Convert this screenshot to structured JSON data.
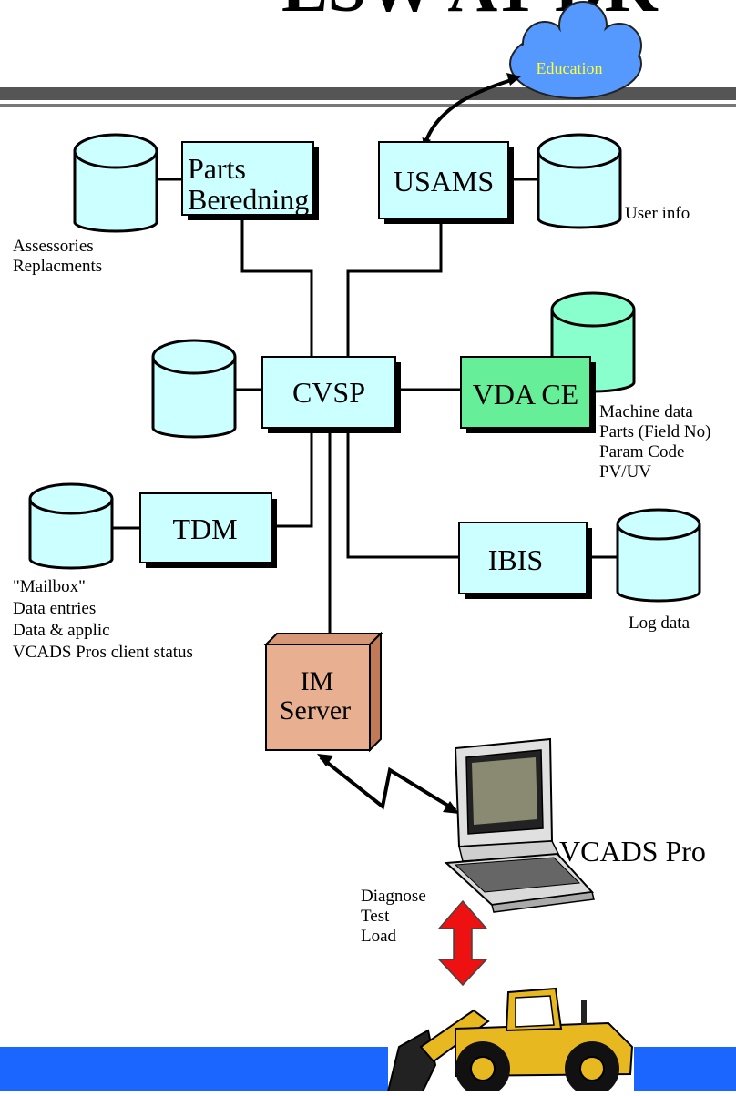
{
  "header": {
    "title_fragment": "LSW AT DK"
  },
  "cloud": {
    "label": "Education"
  },
  "systems": {
    "parts": {
      "line1": "Parts",
      "line2": "Beredning"
    },
    "usams": "USAMS",
    "cvsp": "CVSP",
    "vda_ce": "VDA CE",
    "tdm": "TDM",
    "ibis": "IBIS",
    "im_server": {
      "line1": "IM",
      "line2": "Server"
    },
    "vcads_pro": "VCADS Pro"
  },
  "annotations": {
    "parts_db": [
      "Assessories",
      "Replacments"
    ],
    "usams_db": [
      "User info"
    ],
    "vda_db": [
      "Machine data",
      "Parts (Field No)",
      "Param Code",
      "PV/UV"
    ],
    "tdm_db": [
      "\"Mailbox\"",
      "Data entries",
      "Data & applic",
      "VCADS Pros client status"
    ],
    "ibis_db": [
      "Log data"
    ],
    "vcads_actions": [
      "Diagnose",
      "Test",
      "Load"
    ]
  },
  "colors": {
    "system_box": "#ccffff",
    "database": "#ccffff",
    "vda_box": "#66ee99",
    "vda_db": "#88ffcc",
    "im_server": "#e8b090",
    "cloud": "#5599ff",
    "cloud_text": "#ffff33",
    "footer": "#1a66ff",
    "arrow_red": "#ee1111",
    "band": "#555555",
    "loader": "#e8b820"
  }
}
